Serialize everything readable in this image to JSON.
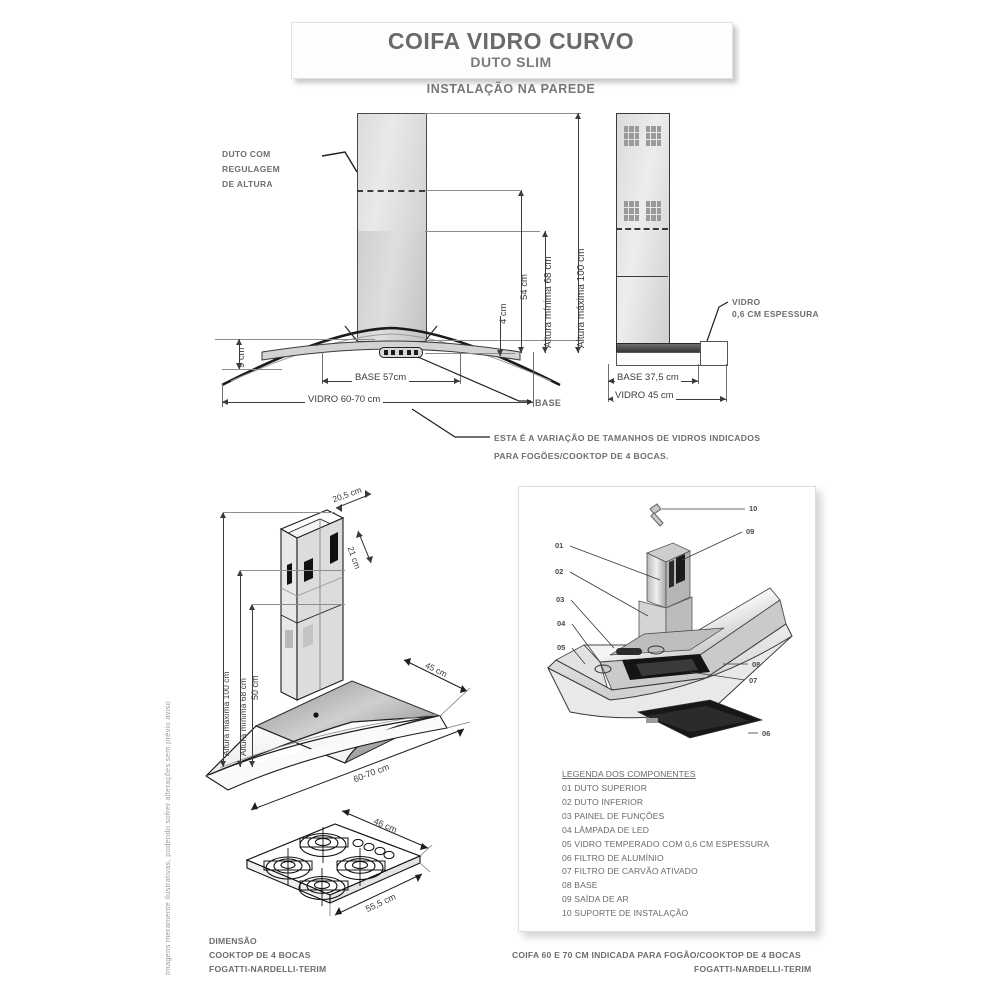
{
  "header": {
    "title_main": "COIFA VIDRO CURVO",
    "title_sub": "DUTO SLIM",
    "section": "INSTALAÇÃO NA PAREDE"
  },
  "front_view": {
    "duct_label": "DUTO COM\nREGULAGEM\nDE ALTURA",
    "duct_label_l1": "DUTO COM",
    "duct_label_l2": "REGULAGEM",
    "duct_label_l3": "DE ALTURA",
    "dim_4cm": "4 cm",
    "dim_54cm": "54 cm",
    "dim_min": "Altura mínima 68 cm",
    "dim_max": "Altura máxima 100 cm",
    "dim_9cm": "9 cm",
    "dim_base": "BASE   57cm",
    "dim_vidro": "VIDRO   60-70 cm",
    "base_callout": "BASE",
    "note_l1": "ESTA É A VARIAÇÃO DE TAMANHOS DE VIDROS INDICADOS",
    "note_l2": "PARA FOGÕES/COOKTOP DE 4 BOCAS."
  },
  "side_view": {
    "glass_l1": "VIDRO",
    "glass_l2": "0,6 CM ESPESSURA",
    "dim_base": "BASE  37,5 cm",
    "dim_vidro": "VIDRO   45 cm"
  },
  "iso_view": {
    "dim_max": "Altura máxima 100 cm",
    "dim_min": "Altura mínima 68 cm",
    "dim_50": "50 cm",
    "dim_205": "20,5 cm",
    "dim_21": "21 cm",
    "dim_45": "45 cm",
    "dim_6070": "60-70 cm",
    "dim_46": "46 cm",
    "dim_555": "55,5 cm"
  },
  "exploded": {
    "callouts_left": [
      "01",
      "02",
      "03",
      "04",
      "05"
    ],
    "callouts_right": [
      "10",
      "09",
      "08",
      "07",
      "06"
    ],
    "legend_title": "LEGENDA DOS COMPONENTES",
    "legend_items": [
      "01 DUTO SUPERIOR",
      "02 DUTO INFERIOR",
      "03 PAINEL DE FUNÇÕES",
      "04 LÂMPADA DE LED",
      "05 VIDRO TEMPERADO COM 0,6 CM ESPESSURA",
      "06 FILTRO DE ALUMÍNIO",
      "07 FILTRO DE CARVÃO ATIVADO",
      "08 BASE",
      "09 SAÍDA DE AR",
      "10 SUPORTE DE  INSTALAÇÃO"
    ]
  },
  "captions": {
    "left_l1": "DIMENSÃO",
    "left_l2": "COOKTOP DE 4 BOCAS",
    "left_l3": "FOGATTI-NARDELLI-TERIM",
    "right_l1": "COIFA 60 E 70 CM INDICADA PARA FOGÃO/COOKTOP DE 4 BOCAS",
    "right_l2": "FOGATTI-NARDELLI-TERIM",
    "disclaimer": "Imagens meramente ilustrativas, podendo sofrer alterações sem prévio aviso"
  },
  "colors": {
    "text_gray": "#6a6a6a",
    "line_dark": "#3c3c3c",
    "metal_light": "#e4e4e4",
    "metal_dark": "#c2c2c2"
  }
}
